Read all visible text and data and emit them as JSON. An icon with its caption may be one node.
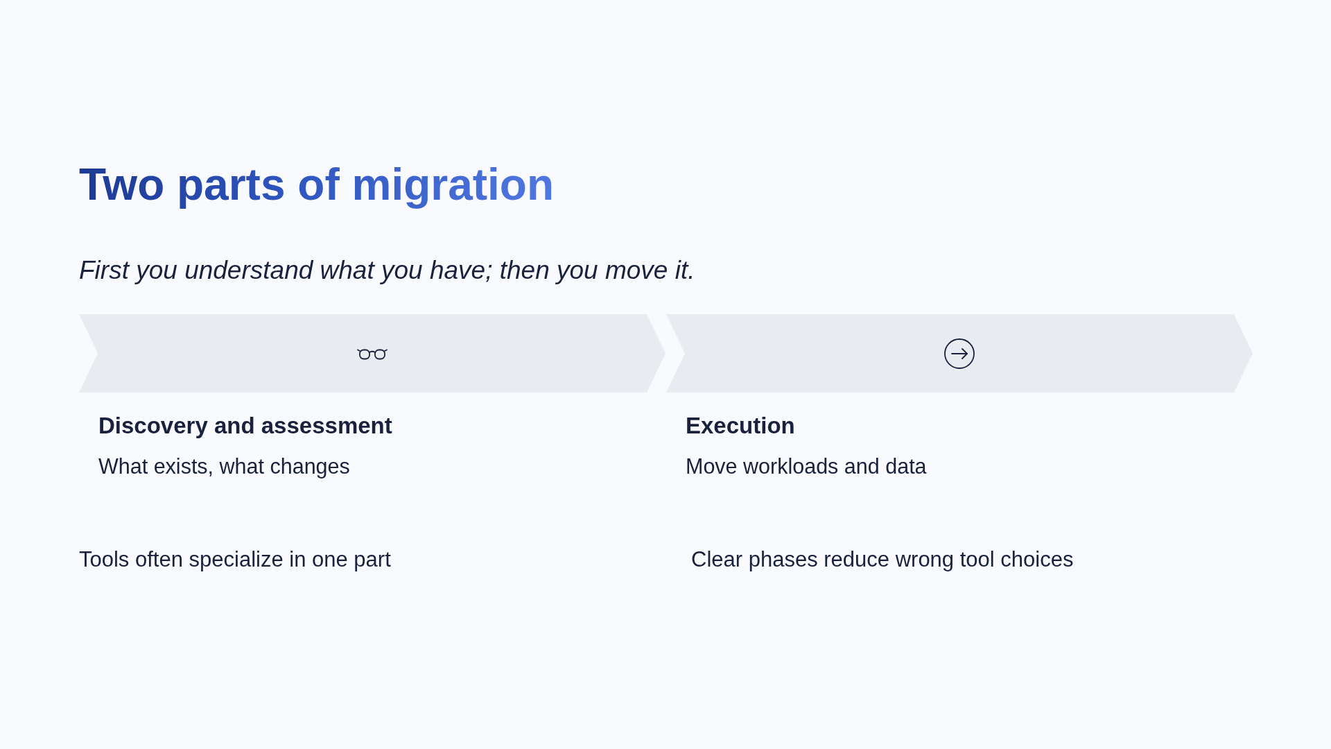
{
  "diagram": {
    "title": "Two parts of migration",
    "nodes": [
      {
        "text": [
          "Discovery and assessment",
          "What exists, what changes"
        ]
      },
      {
        "text": [
          "Execution",
          "Move workloads and data"
        ]
      }
    ],
    "labels": [
      "First you understand what you have; then you move it.",
      "Tools often specialize in one part",
      "Clear phases reduce wrong tool choices"
    ]
  }
}
